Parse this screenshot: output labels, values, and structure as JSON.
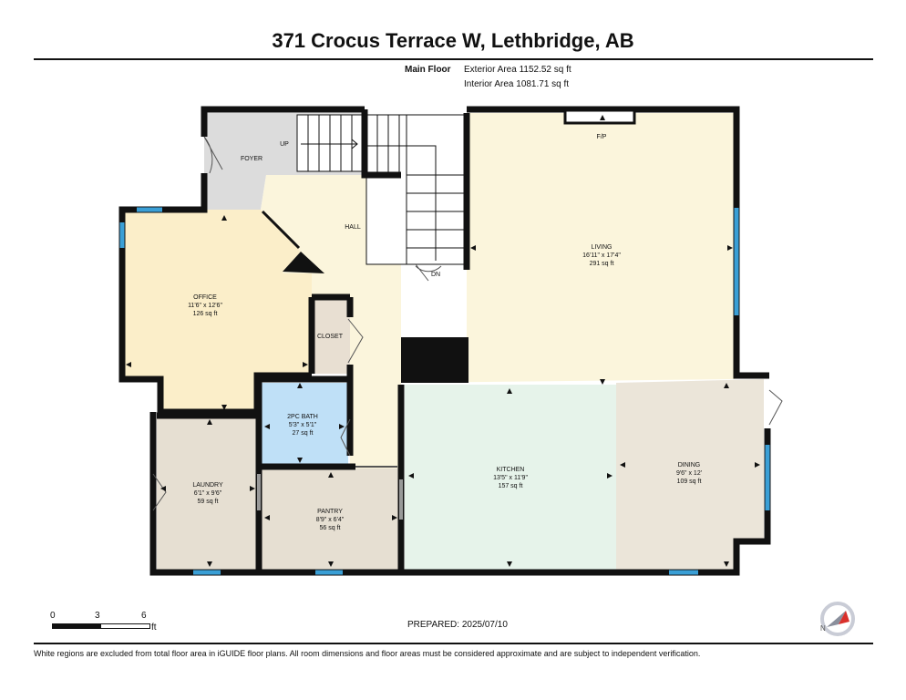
{
  "title": "371 Crocus Terrace W, Lethbridge, AB",
  "floor": {
    "name": "Main Floor",
    "exterior_area": "Exterior Area 1152.52 sq ft",
    "interior_area": "Interior Area 1081.71 sq ft"
  },
  "rooms": {
    "foyer": {
      "name": "FOYER"
    },
    "up": {
      "name": "UP"
    },
    "hall": {
      "name": "HALL"
    },
    "dn": {
      "name": "DN"
    },
    "fp": {
      "name": "F/P"
    },
    "living": {
      "name": "LIVING",
      "dims": "16'11\" x 17'4\"",
      "area": "291 sq ft"
    },
    "office": {
      "name": "OFFICE",
      "dims": "11'6\" x 12'6\"",
      "area": "126 sq ft"
    },
    "closet": {
      "name": "CLOSET"
    },
    "bath": {
      "name": "2PC BATH",
      "dims": "5'3\" x 5'1\"",
      "area": "27 sq ft"
    },
    "laundry": {
      "name": "LAUNDRY",
      "dims": "6'1\" x 9'6\"",
      "area": "59 sq ft"
    },
    "pantry": {
      "name": "PANTRY",
      "dims": "8'9\" x 6'4\"",
      "area": "56 sq ft"
    },
    "kitchen": {
      "name": "KITCHEN",
      "dims": "13'5\" x 11'9\"",
      "area": "157 sq ft"
    },
    "dining": {
      "name": "DINING",
      "dims": "9'6\" x 12'",
      "area": "109 sq ft"
    }
  },
  "colors": {
    "foyer": "#dcdcdc",
    "hall": "#fbf5dc",
    "living": "#fbf5dc",
    "office": "#fbeec9",
    "closet": "#e8dfd2",
    "bath": "#bfe0f7",
    "laundry": "#e6dfd2",
    "pantry": "#e6dfd2",
    "kitchen": "#e6f3ea",
    "dining": "#ebe5d9",
    "wall": "#111111",
    "window": "#3a9fd6"
  },
  "scale": {
    "zero": "0",
    "mid": "3",
    "max": "6",
    "unit": "ft"
  },
  "prepared": "PREPARED:  2025/07/10",
  "disclaimer": "White regions are excluded from total floor area in iGUIDE floor plans. All room dimensions and floor areas must be considered approximate and are subject to independent verification.",
  "compass": {
    "label": "N"
  }
}
